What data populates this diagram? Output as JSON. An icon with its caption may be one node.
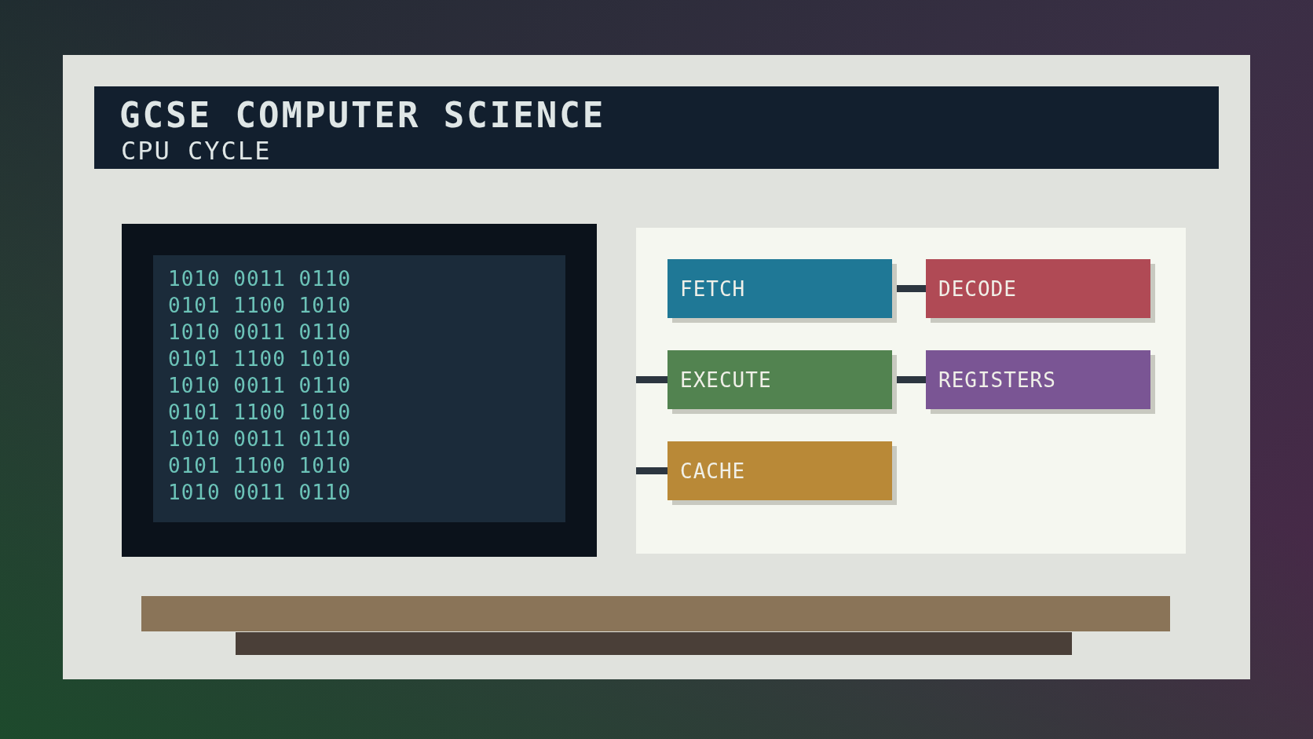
{
  "diagram": {
    "title": "GCSE COMPUTER SCIENCE",
    "nodes": [
      {
        "text": [
          "FETCH"
        ]
      },
      {
        "text": [
          "DECODE"
        ]
      },
      {
        "text": [
          "EXECUTE"
        ]
      },
      {
        "text": [
          "REGISTERS"
        ]
      },
      {
        "text": [
          "CACHE"
        ]
      }
    ],
    "edges": [
      {
        "from": 0,
        "to": 1,
        "arrow": "none"
      },
      {
        "from": null,
        "to": 2,
        "arrow": "none"
      },
      {
        "from": 2,
        "to": 3,
        "arrow": "none"
      },
      {
        "from": null,
        "to": 4,
        "arrow": "none"
      }
    ],
    "labels": [
      "CPU CYCLE",
      "1010 0011 0110",
      "0101 1100 1010",
      "1010 0011 0110",
      "0101 1100 1010",
      "1010 0011 0110",
      "0101 1100 1010",
      "1010 0011 0110",
      "0101 1100 1010",
      "1010 0011 0110"
    ]
  }
}
